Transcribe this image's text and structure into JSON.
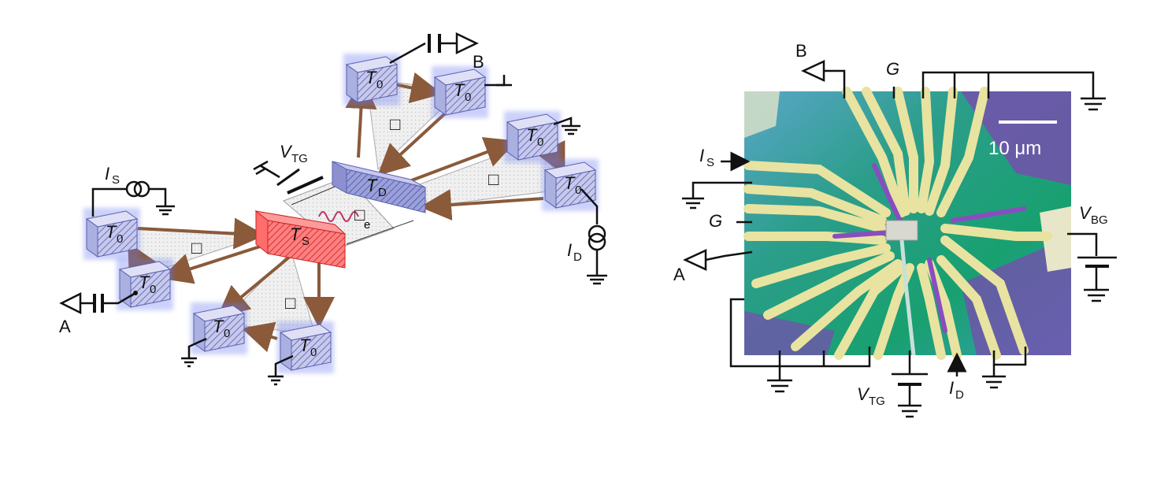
{
  "left_diagram": {
    "reservoir_label": "T",
    "reservoir_sub": "0",
    "source_label": "T",
    "source_sub": "S",
    "drain_label": "T",
    "drain_sub": "D",
    "coupling_sub": "e",
    "vtg_label": "V",
    "vtg_sub": "TG",
    "is_label": "I",
    "is_sub": "S",
    "id_label": "I",
    "id_sub": "D",
    "terminal_a": "A",
    "terminal_b": "B",
    "box_symbol": "□"
  },
  "right_photo": {
    "terminal_b": "B",
    "terminal_a": "A",
    "g_top": "G",
    "g_left": "G",
    "is_label": "I",
    "is_sub": "S",
    "vbg_label": "V",
    "vbg_sub": "BG",
    "vtg_label": "V",
    "vtg_sub": "TG",
    "id_label": "I",
    "id_sub": "D",
    "scalebar_text": "10 μm"
  }
}
